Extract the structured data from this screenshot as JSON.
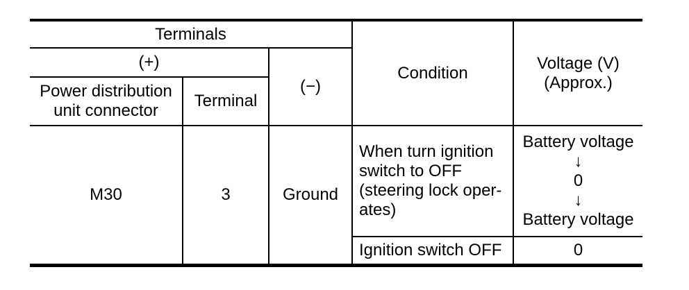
{
  "table": {
    "header": {
      "terminals": "Terminals",
      "plus": "(+)",
      "pdu_connector": "Power distribution\nunit connector",
      "terminal": "Terminal",
      "minus": "(−)",
      "condition": "Condition",
      "voltage": "Voltage (V)\n(Approx.)"
    },
    "rows": [
      {
        "connector": "M30",
        "terminal": "3",
        "negative": "Ground",
        "condition": "When turn ignition\nswitch to OFF\n(steering lock oper-\nates)",
        "voltage": "Battery voltage\n↓\n0\n↓\nBattery voltage"
      },
      {
        "condition": "Ignition switch OFF",
        "voltage": "0"
      }
    ]
  }
}
